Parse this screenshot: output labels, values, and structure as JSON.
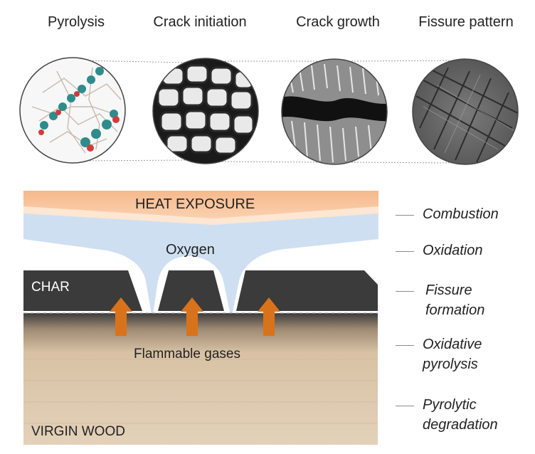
{
  "stages": [
    "Pyrolysis",
    "Crack initiation",
    "Crack growth",
    "Fissure pattern"
  ],
  "diagram": {
    "heat": "HEAT EXPOSURE",
    "oxygen": "Oxygen",
    "char": "CHAR",
    "gases": "Flammable gases",
    "wood": "VIRGIN WOOD"
  },
  "processes": [
    {
      "line1": "Combustion",
      "line2": ""
    },
    {
      "line1": "Oxidation",
      "line2": ""
    },
    {
      "line1": "Fissure",
      "line2": "formation"
    },
    {
      "line1": "Oxidative",
      "line2": "pyrolysis"
    },
    {
      "line1": "Pyrolytic",
      "line2": "degradation"
    }
  ],
  "colors": {
    "heat_top": "#f6b98c",
    "heat_bottom": "#fde4cf",
    "oxygen": "#cfdff2",
    "char": "#3b3b3b",
    "wood": "#d8c2a5",
    "arrow": "#d9731b"
  }
}
